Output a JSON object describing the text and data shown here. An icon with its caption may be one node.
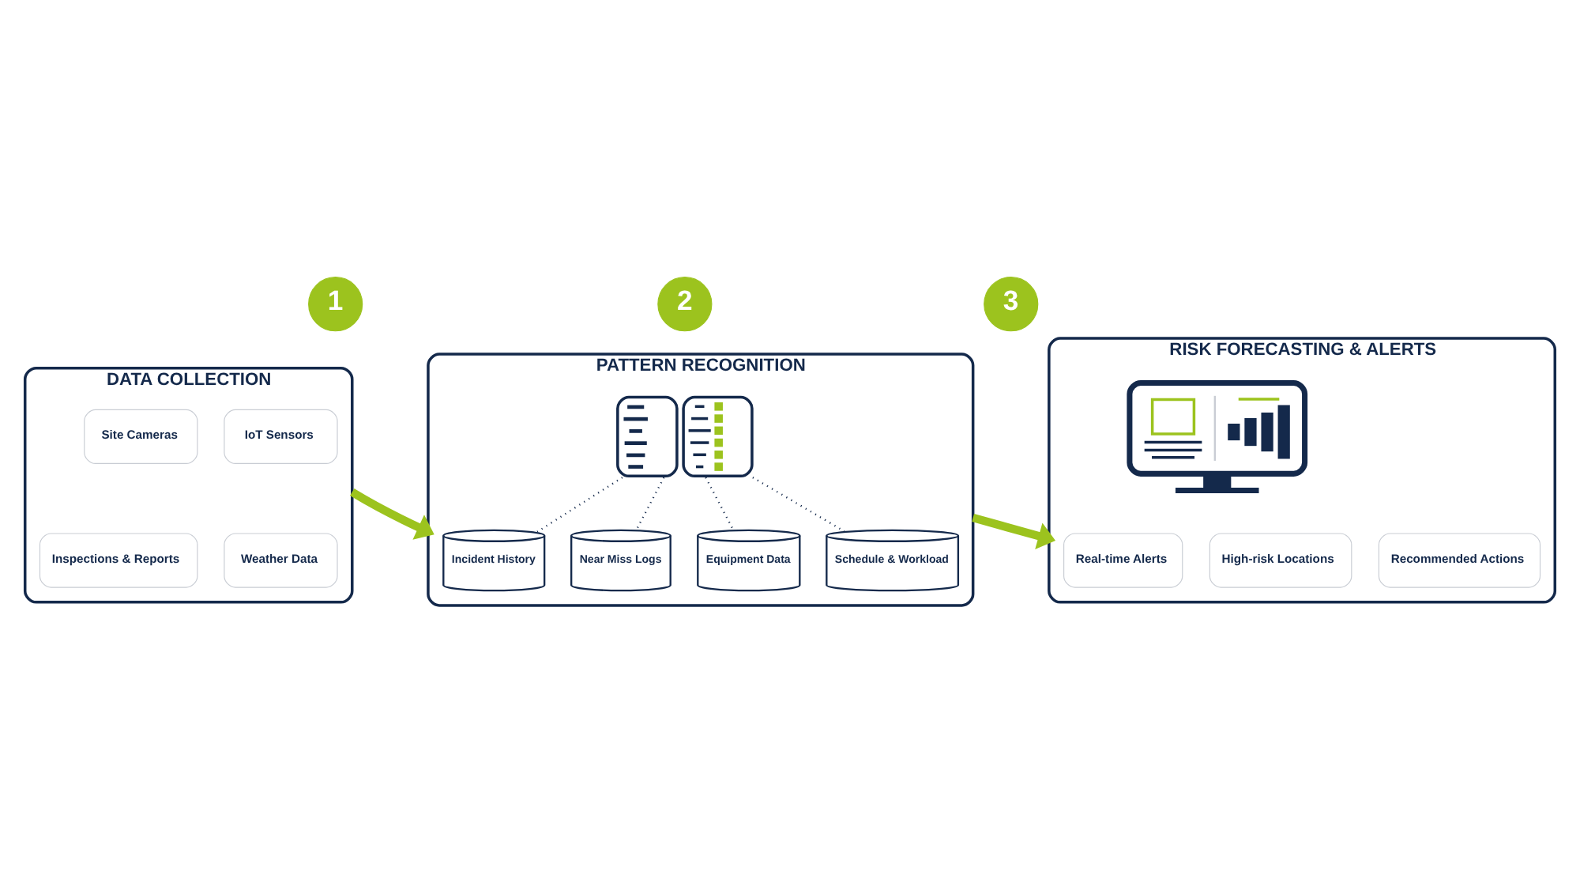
{
  "diagram": {
    "nodes": [
      {
        "text": [
          "1"
        ]
      },
      {
        "text": [
          "DATA COLLECTION"
        ]
      },
      {
        "text": [
          "Site Cameras"
        ],
        "in": 1
      },
      {
        "text": [
          "IoT Sensors"
        ],
        "in": 1
      },
      {
        "text": [
          "Inspections & Reports"
        ],
        "in": 1
      },
      {
        "text": [
          "Weather Data"
        ],
        "in": 1
      },
      {
        "text": [
          "2"
        ]
      },
      {
        "text": [
          "PATTERN RECOGNITION"
        ]
      },
      {
        "text": [],
        "shape": "picture",
        "in": 7
      },
      {
        "text": [
          "Incident History"
        ],
        "in": 7
      },
      {
        "text": [
          "Near Miss Logs"
        ],
        "in": 7
      },
      {
        "text": [
          "Equipment Data"
        ],
        "in": 7
      },
      {
        "text": [
          "Schedule & Workload"
        ],
        "in": 7
      },
      {
        "text": [
          "3"
        ]
      },
      {
        "text": [
          "RISK FORECASTING & ALERTS"
        ]
      },
      {
        "text": [],
        "shape": "picture",
        "in": 14
      },
      {
        "text": [
          "Real-time Alerts"
        ],
        "in": 14
      },
      {
        "text": [
          "High-risk Locations"
        ],
        "in": 14
      },
      {
        "text": [
          "Recommended Actions"
        ],
        "in": 14
      }
    ],
    "edges": [
      {
        "from": 1,
        "to": 7,
        "arrow": "to",
        "style": "thick",
        "color": "#9cc31e"
      },
      {
        "from": 7,
        "to": 14,
        "arrow": "to",
        "style": "thick",
        "color": "#9cc31e"
      },
      {
        "from": 8,
        "to": 9,
        "arrow": "none",
        "style": "dashed"
      },
      {
        "from": 8,
        "to": 10,
        "arrow": "none",
        "style": "dashed"
      },
      {
        "from": 8,
        "to": 11,
        "arrow": "none",
        "style": "dashed"
      },
      {
        "from": 8,
        "to": 12,
        "arrow": "none",
        "style": "dashed"
      }
    ]
  }
}
